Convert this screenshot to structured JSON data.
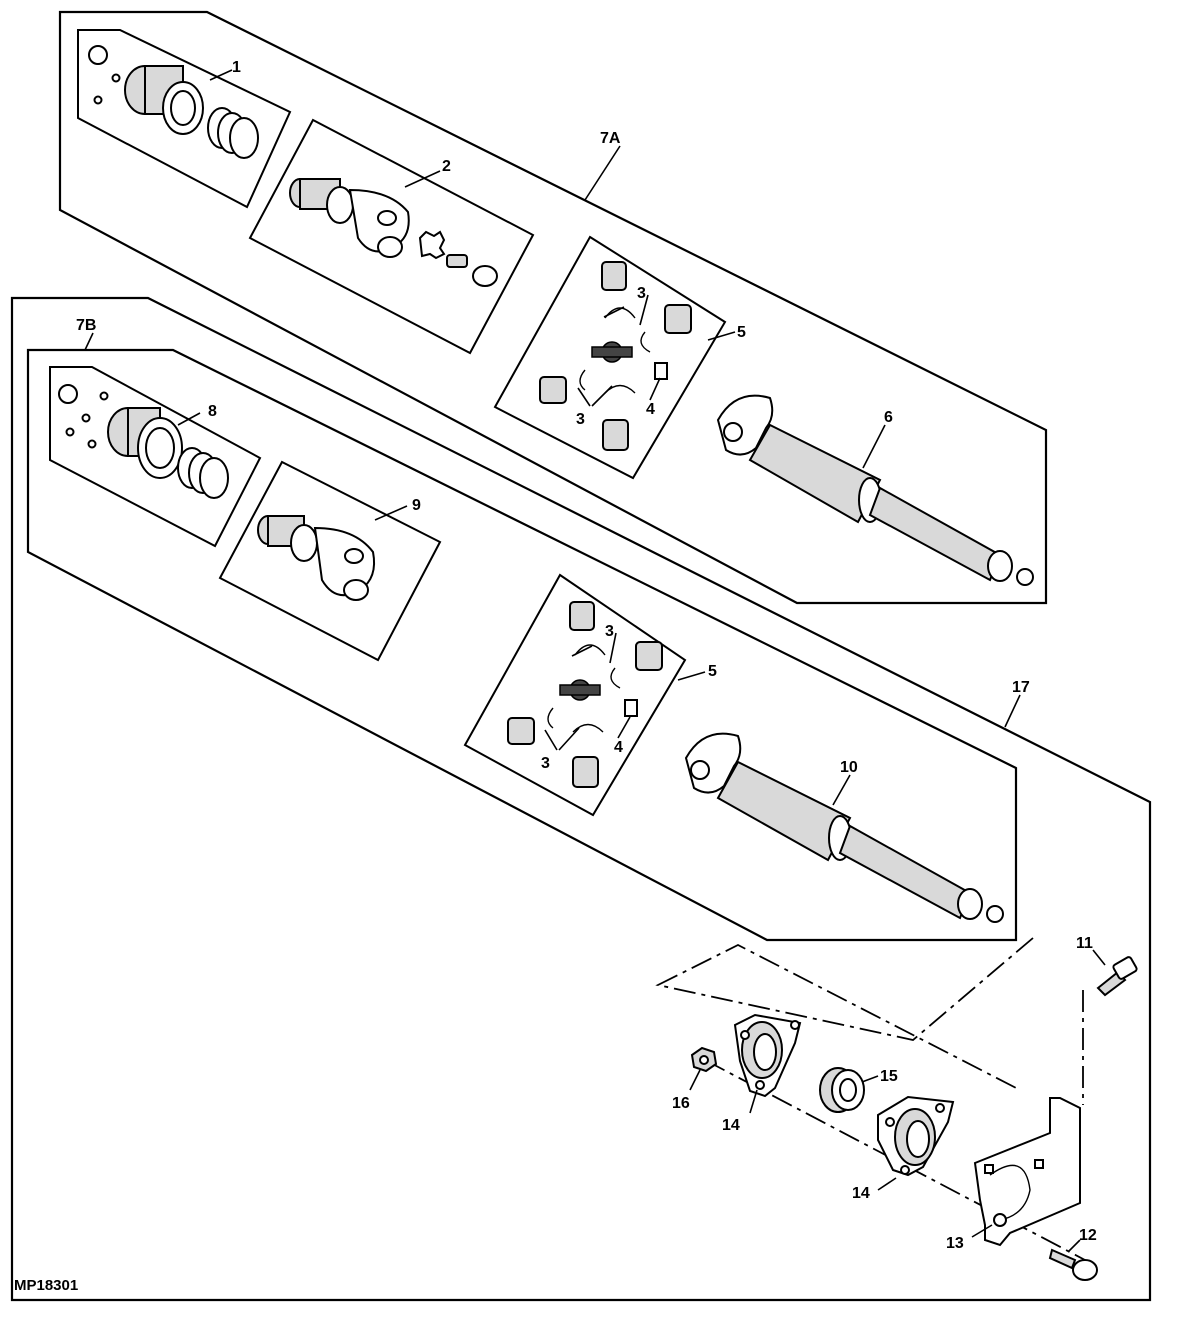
{
  "figure_id": "MP18301",
  "callouts": {
    "c1": "1",
    "c2": "2",
    "c3a": "3",
    "c3b": "3",
    "c4a": "4",
    "c5a": "5",
    "c6": "6",
    "c7a": "7A",
    "c7b": "7B",
    "c8": "8",
    "c9": "9",
    "c3c": "3",
    "c3d": "3",
    "c4b": "4",
    "c5b": "5",
    "c10": "10",
    "c11": "11",
    "c12": "12",
    "c13": "13",
    "c14a": "14",
    "c14b": "14",
    "c15": "15",
    "c16": "16",
    "c17": "17"
  },
  "colors": {
    "line": "#000000",
    "background": "#ffffff",
    "shade": "#d9d9d9"
  }
}
